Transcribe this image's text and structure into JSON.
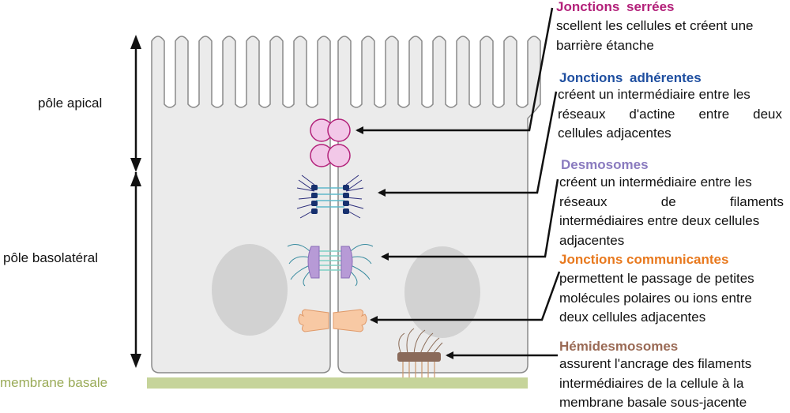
{
  "colors": {
    "tight": "#b3217a",
    "adherens": "#1f4fa0",
    "desmosome": "#8a7bbf",
    "gap": "#e8791e",
    "hemi": "#9a6a55",
    "basal_membrane": "#c6d49a",
    "basal_label": "#9aab58"
  },
  "left_labels": {
    "apical": "pôle apical",
    "basolateral": "pôle basolatéral",
    "basal_membrane": "membrane basale"
  },
  "junctions": [
    {
      "title": "Jonctions serrées",
      "lines": [
        "scellent les cellules et créent une",
        "barrière étanche"
      ]
    },
    {
      "title": "Jonctions adhérentes",
      "lines": [
        "créent un intermédiaire entre les",
        "réseaux d'actine entre deux",
        "cellules adjacentes"
      ]
    },
    {
      "title": "Desmosomes",
      "lines": [
        "créent un intermédiaire entre les",
        "réseaux de filaments",
        "intermédiaires entre deux cellules",
        "adjacentes"
      ]
    },
    {
      "title": "Jonctions communicantes",
      "lines": [
        "permettent le passage de petites",
        "molécules polaires ou ions entre",
        "deux cellules adjacentes"
      ]
    },
    {
      "title": "Hémidesmosomes",
      "lines": [
        "assurent l'ancrage des filaments",
        "intermédiaires de la cellule à la",
        "membrane basale sous-jacente"
      ]
    }
  ]
}
